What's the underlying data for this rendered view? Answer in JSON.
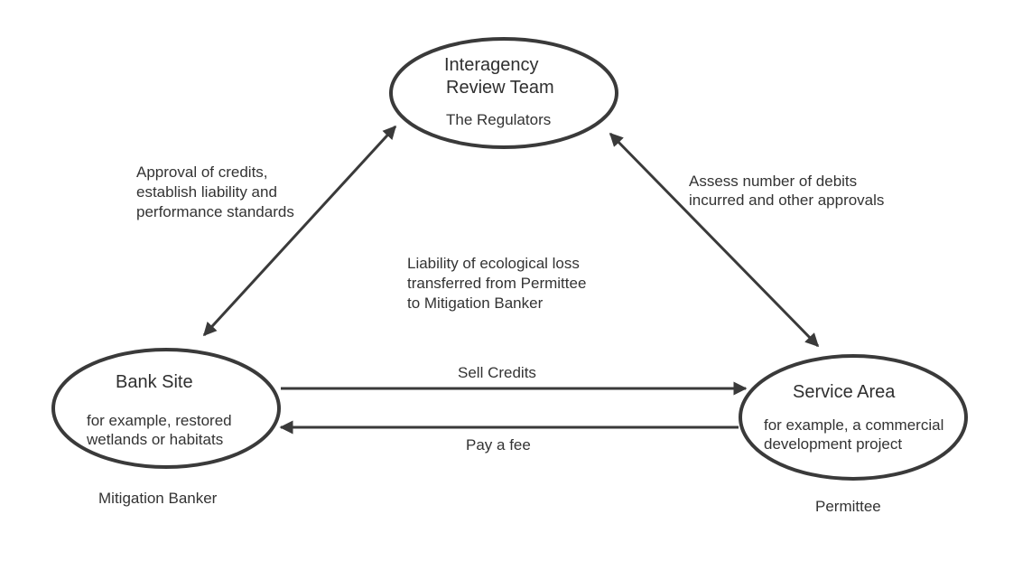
{
  "nodes": {
    "irt": {
      "title_lines": [
        "Interagency",
        "Review Team"
      ],
      "subtitle": "The Regulators"
    },
    "bank": {
      "title": "Bank Site",
      "desc_lines": [
        "for example, restored",
        "wetlands or habitats"
      ],
      "role": "Mitigation Banker"
    },
    "service": {
      "title": "Service Area",
      "desc_lines": [
        "for example, a commercial",
        "development project"
      ],
      "role": "Permittee"
    }
  },
  "edges": {
    "irt_bank": {
      "label_lines": [
        "Approval of credits,",
        "establish liability and",
        "performance standards"
      ]
    },
    "irt_service": {
      "label_lines": [
        "Assess number of debits",
        "incurred and other approvals"
      ]
    },
    "sell": {
      "label": "Sell Credits"
    },
    "pay": {
      "label": "Pay a fee"
    }
  },
  "annotation": {
    "lines": [
      "Liability of ecological loss",
      "transferred from Permittee",
      "to Mitigation Banker"
    ]
  },
  "colors": {
    "stroke": "#3a3a3a",
    "text": "#333333"
  }
}
